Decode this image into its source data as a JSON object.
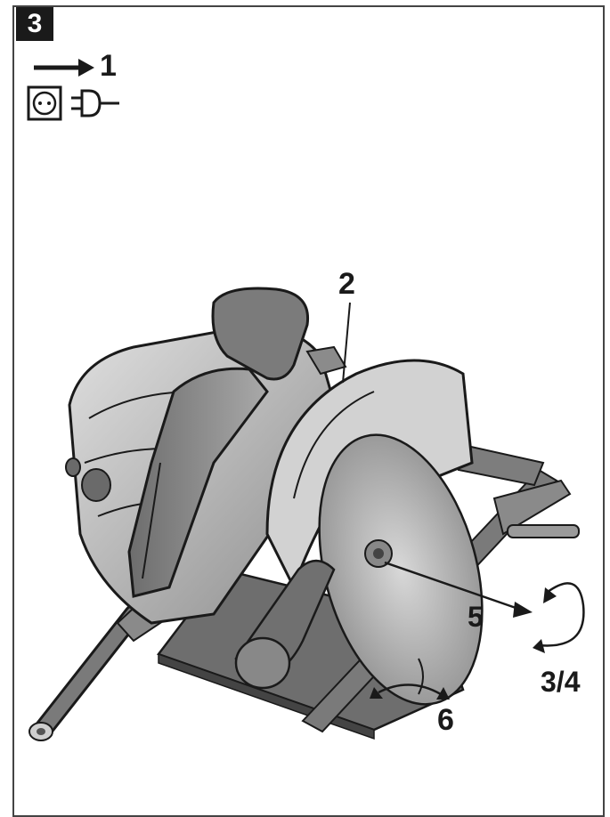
{
  "figure": {
    "step_number": "3",
    "callouts": {
      "c1": "1",
      "c2": "2",
      "c5": "5",
      "c34": "3/4",
      "c6": "6"
    }
  },
  "colors": {
    "saw_light": "#cfcfcf",
    "saw_mid": "#9a9a9a",
    "saw_dark": "#555555",
    "outline": "#1a1a1a"
  },
  "icons": [
    "arrow-right-icon",
    "power-socket-icon",
    "power-plug-icon",
    "rotation-arrow-icon"
  ]
}
